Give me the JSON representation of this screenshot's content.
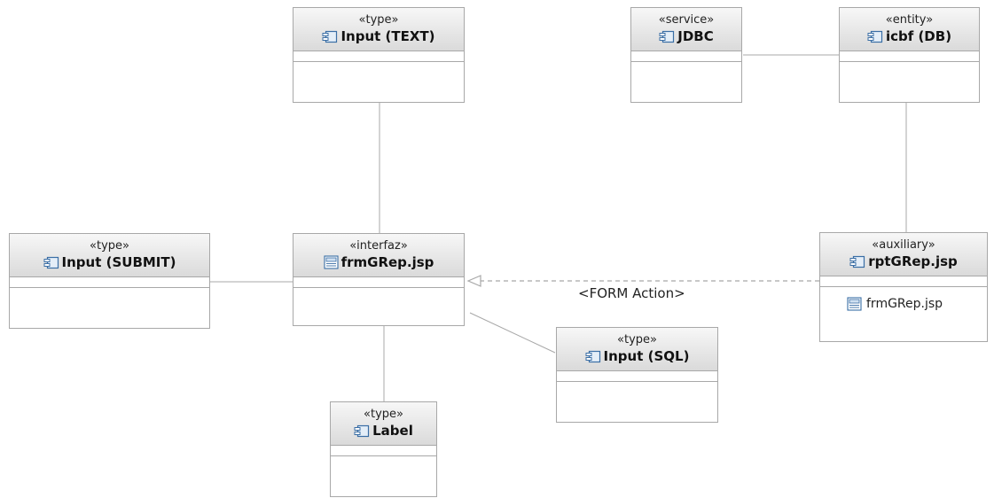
{
  "nodes": {
    "input_text": {
      "stereotype": "«type»",
      "name": "Input (TEXT)",
      "icon": "component-icon"
    },
    "jdbc": {
      "stereotype": "«service»",
      "name": "JDBC",
      "icon": "component-icon"
    },
    "icbf": {
      "stereotype": "«entity»",
      "name": "icbf (DB)",
      "icon": "component-icon"
    },
    "input_submit": {
      "stereotype": "«type»",
      "name": "Input (SUBMIT)",
      "icon": "component-icon"
    },
    "frmgrep": {
      "stereotype": "«interfaz»",
      "name": "frmGRep.jsp",
      "icon": "interface-icon"
    },
    "rptgrep": {
      "stereotype": "«auxiliary»",
      "name": "rptGRep.jsp",
      "icon": "component-icon",
      "attribute": {
        "label": "frmGRep.jsp",
        "icon": "interface-icon"
      }
    },
    "input_sql": {
      "stereotype": "«type»",
      "name": "Input (SQL)",
      "icon": "component-icon"
    },
    "label": {
      "stereotype": "«type»",
      "name": "Label",
      "icon": "component-icon"
    }
  },
  "connections": {
    "form_action": {
      "label": "<FORM Action>",
      "style": "dashed-realization"
    }
  },
  "colors": {
    "border": "#a8a8a8",
    "line": "#a8a8a8",
    "icon_blue": "#3a6ea5"
  }
}
